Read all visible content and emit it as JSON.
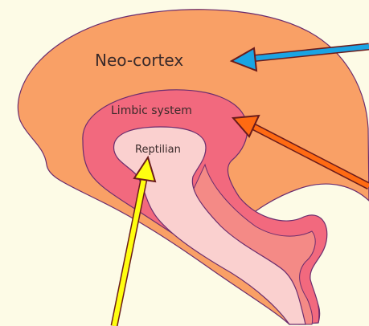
{
  "labels": {
    "neocortex": "Neo-cortex",
    "limbic": "Limbic system",
    "reptilian": "Reptilian"
  },
  "colors": {
    "background": "#fdfbe6",
    "neocortex_fill": "#f9a066",
    "limbic_fill": "#f2697e",
    "reptilian_fill": "#fad0cf",
    "outline": "#6b2d6e",
    "arrow_blue": "#1aa4e3",
    "arrow_orange": "#ff6a12",
    "arrow_yellow": "#ffff10",
    "arrow_outline": "#6a1b1b"
  }
}
